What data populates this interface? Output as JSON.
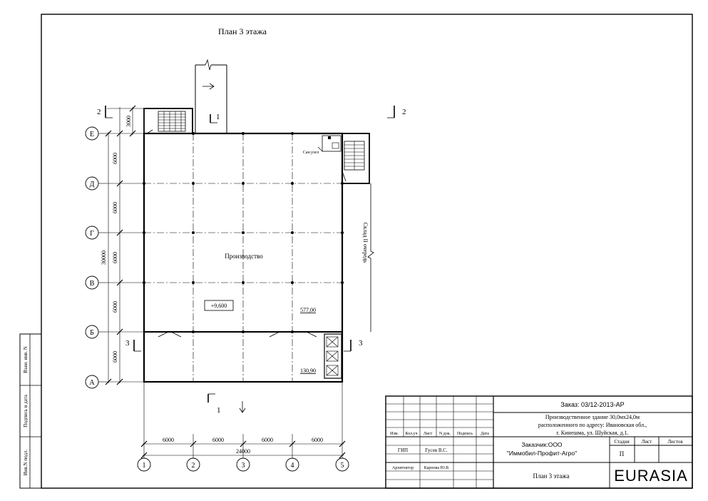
{
  "sheet_title": "План 3 этажа",
  "columns": [
    "1",
    "2",
    "3",
    "4",
    "5"
  ],
  "rows": [
    "А",
    "Б",
    "В",
    "Г",
    "Д",
    "Е"
  ],
  "dims": {
    "bays_x": [
      "6000",
      "6000",
      "6000",
      "6000"
    ],
    "total_x": "24000",
    "bays_y": [
      "6000",
      "6000",
      "6000",
      "6000",
      "6000"
    ],
    "total_y": "30000",
    "stair_y": "3000"
  },
  "section_marks": {
    "s1": "1",
    "s2": "2",
    "s3": "3"
  },
  "room_labels": {
    "production": "Производство",
    "elevation": "+9,600",
    "area_main": "577,00",
    "area_small": "130,90",
    "wc": "Сан.узел",
    "warehouse": "Склад II очередь"
  },
  "side_stamp": [
    "Взам. инв. N",
    "Подпись и дата",
    "Инв.N подл."
  ],
  "title_block": {
    "order": "Заказ: 03/12-2013-АР",
    "project_line1": "Производственное здание 30,0мх24,0м",
    "project_line2": "расположенного по адресу: Ивановская обл.,",
    "project_line3": "г. Кинешма, ул. Шуйская, д.1.",
    "headers": [
      "Изм.",
      "Кол.уч",
      "Лист",
      "N док.",
      "Подпись",
      "Дата"
    ],
    "gip_role": "ГИП",
    "gip_name": "Гусев В.С.",
    "arch_role": "Архитектор",
    "arch_name": "Карпова Ю.В",
    "customer_line1": "Заказчик:ООО",
    "customer_line2": "\"Иммобил-Профит-Агро\"",
    "stage_header": "Стадия",
    "sheet_header": "Лист",
    "sheets_header": "Листов",
    "stage_value": "П",
    "drawing_name": "План 3 этажа",
    "logo": "EURASIA"
  }
}
